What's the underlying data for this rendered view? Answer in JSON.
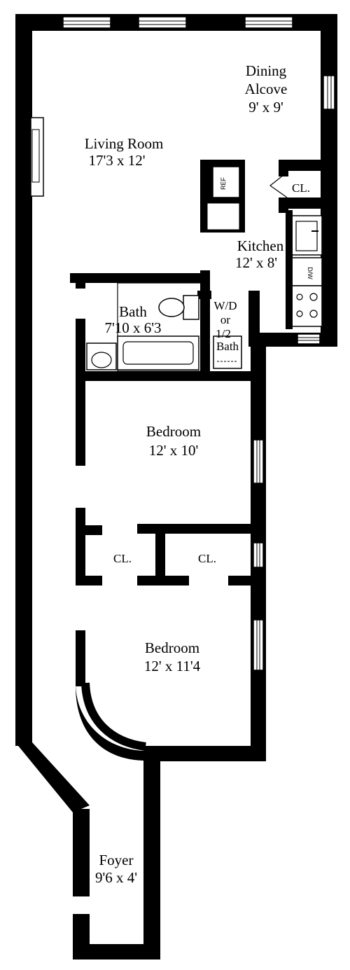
{
  "rooms": {
    "dining": {
      "name_line1": "Dining",
      "name_line2": "Alcove",
      "dims": "9' x 9'"
    },
    "living": {
      "name": "Living Room",
      "dims": "17'3 x 12'"
    },
    "closet_kitchen": {
      "name": "CL."
    },
    "kitchen": {
      "name": "Kitchen",
      "dims": "12' x 8'"
    },
    "bath": {
      "name": "Bath",
      "dims": "7'10 x 6'3"
    },
    "wd": {
      "line1": "W/D",
      "line2": "or",
      "line3": "1/2",
      "line4": "Bath"
    },
    "bedroom1": {
      "name": "Bedroom",
      "dims": "12' x 10'"
    },
    "closet_left": {
      "name": "CL."
    },
    "closet_right": {
      "name": "CL."
    },
    "bedroom2": {
      "name": "Bedroom",
      "dims": "12' x 11'4"
    },
    "foyer": {
      "name": "Foyer",
      "dims": "9'6 x 4'"
    }
  },
  "fixtures": {
    "ref_label": "REF",
    "dw_label": "D/W"
  },
  "colors": {
    "wall": "#000000",
    "background": "#ffffff"
  }
}
